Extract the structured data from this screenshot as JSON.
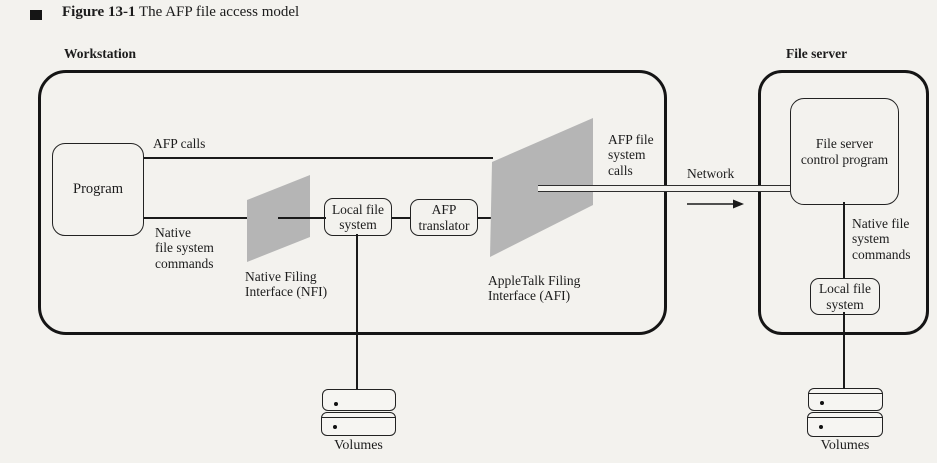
{
  "figure": {
    "label": "Figure 13-1",
    "title": "The AFP file access model"
  },
  "workstation": {
    "label": "Workstation",
    "program_label": "Program",
    "afp_calls_label": "AFP calls",
    "native_commands_label": "Native\nfile system\ncommands",
    "nfi_label": "Native Filing\nInterface (NFI)",
    "local_file_system_label": "Local file\nsystem",
    "afp_translator_label": "AFP\ntranslator",
    "afi_label": "AppleTalk Filing\nInterface (AFI)",
    "afp_file_system_calls_label": "AFP file\nsystem\ncalls",
    "volumes_label": "Volumes"
  },
  "network": {
    "label": "Network"
  },
  "file_server": {
    "label": "File server",
    "control_program_label": "File server\ncontrol program",
    "native_commands_label": "Native file\nsystem\ncommands",
    "local_file_system_label": "Local file\nsystem",
    "volumes_label": "Volumes"
  },
  "colors": {
    "background": "#f3f2ee",
    "line": "#1a1a1a",
    "parallelogram_fill": "#b5b5b5",
    "parallelogram_stroke": "#222222"
  }
}
